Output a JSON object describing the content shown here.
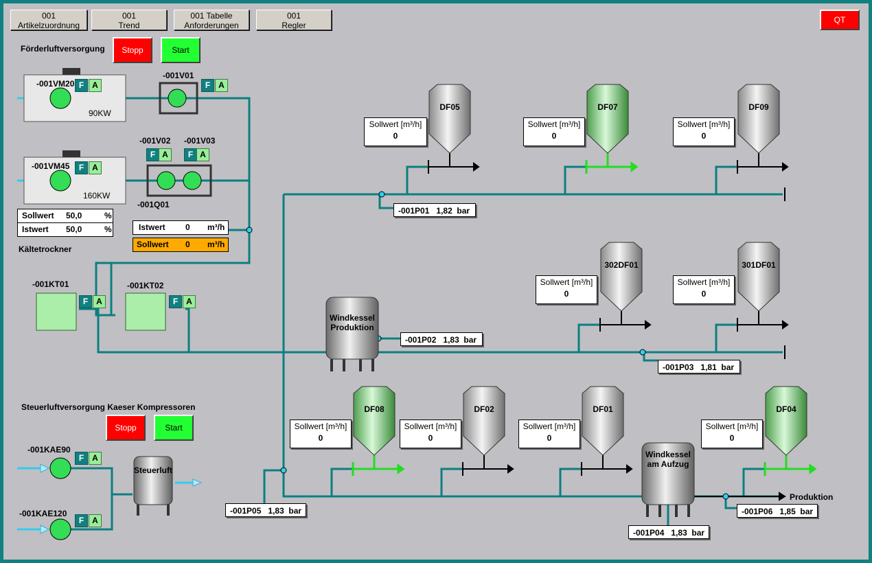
{
  "nav": {
    "artikel": [
      "001",
      "Artikelzuordnung"
    ],
    "trend": [
      "001",
      "Trend"
    ],
    "tabelle": [
      "001 Tabelle",
      "Anforderungen"
    ],
    "regler": [
      "001",
      "Regler"
    ],
    "qt_label": "QT"
  },
  "foerderluft": {
    "title": "Förderluftversorgung",
    "stop_label": "Stopp",
    "start_label": "Start",
    "vm20": {
      "tag": "-001VM20",
      "power": "90KW"
    },
    "vm45": {
      "tag": "-001VM45",
      "power": "160KW"
    },
    "v01": "-001V01",
    "v02": "-001V02",
    "v03": "-001V03",
    "q01": "-001Q01",
    "sollwert": {
      "label": "Sollwert",
      "value": "50,0",
      "unit": "%"
    },
    "istwert": {
      "label": "Istwert",
      "value": "50,0",
      "unit": "%"
    },
    "flow_ist": {
      "label": "Istwert",
      "value": "0",
      "unit": "m³/h"
    },
    "flow_soll": {
      "label": "Sollwert",
      "value": "0",
      "unit": "m³/h"
    }
  },
  "kaelte": {
    "title": "Kältetrockner",
    "kt01": "-001KT01",
    "kt02": "-001KT02"
  },
  "fa": {
    "f": "F",
    "a": "A"
  },
  "silos": {
    "df05": {
      "name": "DF05",
      "sollwert_label": "Sollwert [m³/h]",
      "value": "0"
    },
    "df07": {
      "name": "DF07",
      "sollwert_label": "Sollwert [m³/h]",
      "value": "0"
    },
    "df09": {
      "name": "DF09",
      "sollwert_label": "Sollwert [m³/h]",
      "value": "0"
    },
    "df302": {
      "name": "302DF01",
      "sollwert_label": "Sollwert [m³/h]",
      "value": "0"
    },
    "df301": {
      "name": "301DF01",
      "sollwert_label": "Sollwert [m³/h]",
      "value": "0"
    },
    "df08": {
      "name": "DF08",
      "sollwert_label": "Sollwert [m³/h]",
      "value": "0"
    },
    "df02": {
      "name": "DF02",
      "sollwert_label": "Sollwert [m³/h]",
      "value": "0"
    },
    "df01": {
      "name": "DF01",
      "sollwert_label": "Sollwert [m³/h]",
      "value": "0"
    },
    "df04": {
      "name": "DF04",
      "sollwert_label": "Sollwert [m³/h]",
      "value": "0"
    }
  },
  "pressure": {
    "p01": {
      "tag": "-001P01",
      "value": "1,82",
      "unit": "bar"
    },
    "p02": {
      "tag": "-001P02",
      "value": "1,83",
      "unit": "bar"
    },
    "p03": {
      "tag": "-001P03",
      "value": "1,81",
      "unit": "bar"
    },
    "p04": {
      "tag": "-001P04",
      "value": "1,83",
      "unit": "bar"
    },
    "p05": {
      "tag": "-001P05",
      "value": "1,83",
      "unit": "bar"
    },
    "p06": {
      "tag": "-001P06",
      "value": "1,85",
      "unit": "bar"
    }
  },
  "tanks": {
    "windkessel_prod": [
      "Windkessel",
      "Produktion"
    ],
    "windkessel_aufzug": [
      "Windkessel",
      "am Aufzug"
    ],
    "steuerluft": "Steuerluft"
  },
  "steuerluft": {
    "title": "Steuerluftversorgung Kaeser Kompressoren",
    "stop_label": "Stopp",
    "start_label": "Start",
    "kae90": "-001KAE90",
    "kae120": "-001KAE120"
  },
  "produktion_label": "Produktion",
  "colors": {
    "frame": "#118080",
    "panel": "#c0bfc3",
    "pipe": "#0b7f80",
    "active_green": "#22dd22",
    "warn": "#ffaa00"
  }
}
